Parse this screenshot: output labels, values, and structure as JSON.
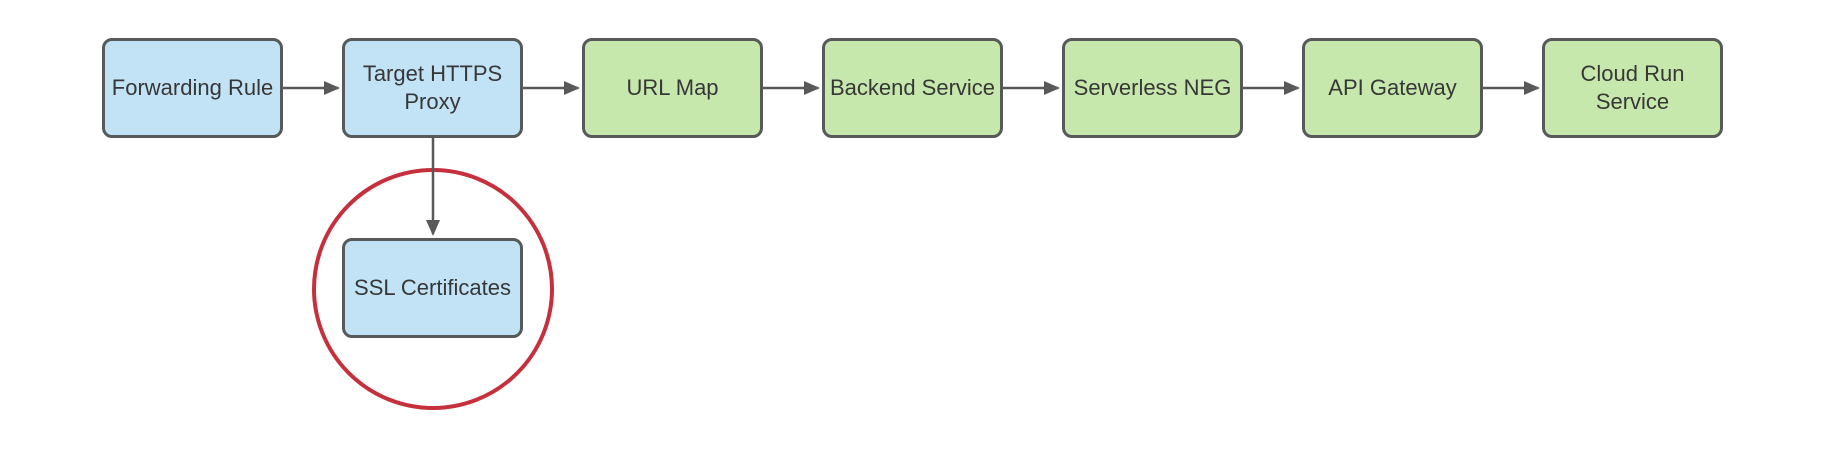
{
  "colors": {
    "node-blue": "#C1E3F5",
    "node-green": "#C7E8AC",
    "node-border": "#58595B",
    "connector": "#58595B",
    "highlight": "#C5303C",
    "text": "#373737",
    "background": "#FFFFFF"
  },
  "nodes": [
    {
      "id": "forwarding-rule",
      "label": "Forwarding Rule",
      "kind": "blue"
    },
    {
      "id": "target-https-proxy",
      "label": "Target HTTPS\nProxy",
      "kind": "blue"
    },
    {
      "id": "url-map",
      "label": "URL Map",
      "kind": "green"
    },
    {
      "id": "backend-service",
      "label": "Backend Service",
      "kind": "green"
    },
    {
      "id": "serverless-neg",
      "label": "Serverless NEG",
      "kind": "green"
    },
    {
      "id": "api-gateway",
      "label": "API Gateway",
      "kind": "green"
    },
    {
      "id": "cloud-run-service",
      "label": "Cloud Run\nService",
      "kind": "green"
    },
    {
      "id": "ssl-certificates",
      "label": "SSL Certificates",
      "kind": "blue"
    }
  ],
  "edges": [
    {
      "from": "Forwarding Rule",
      "to": "Target HTTPS Proxy"
    },
    {
      "from": "Target HTTPS Proxy",
      "to": "URL Map"
    },
    {
      "from": "URL Map",
      "to": "Backend Service"
    },
    {
      "from": "Backend Service",
      "to": "Serverless NEG"
    },
    {
      "from": "Serverless NEG",
      "to": "API Gateway"
    },
    {
      "from": "API Gateway",
      "to": "Cloud Run Service"
    },
    {
      "from": "Target HTTPS Proxy",
      "to": "SSL Certificates"
    }
  ],
  "annotations": [
    {
      "type": "circle-highlight",
      "around": "SSL Certificates",
      "color": "#C5303C"
    }
  ]
}
